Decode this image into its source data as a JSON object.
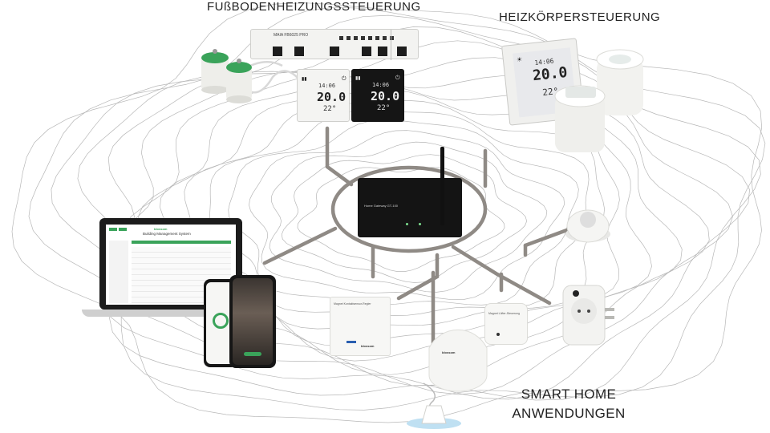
{
  "headings": {
    "floor_heating": "FUßBODENHEIZUNGSSTEUERUNG",
    "radiator": "HEIZKÖRPERSTEUERUNG",
    "smart_home_line1": "SMART HOME",
    "smart_home_line2": "ANWENDUNGEN"
  },
  "gateway": {
    "label": "Home Gateway GT-100"
  },
  "controller_strip": {
    "brand": "MAIA",
    "model": "FB6025 PRO"
  },
  "thermostats": {
    "time": "14:06",
    "set_temp": "20.0",
    "room_temp": "22°"
  },
  "laptop": {
    "app_title": "Building Management System",
    "brand": "blossom"
  },
  "devices": {
    "fan_coil_label": "Magnet Kontaktsensor-Regler",
    "smart_switch_label": "Magnet Lüfter-Steuerung",
    "brand": "blossom"
  },
  "colors": {
    "accent_green": "#3aa35a",
    "line_gray": "#8f8a85",
    "device_black": "#151515"
  }
}
